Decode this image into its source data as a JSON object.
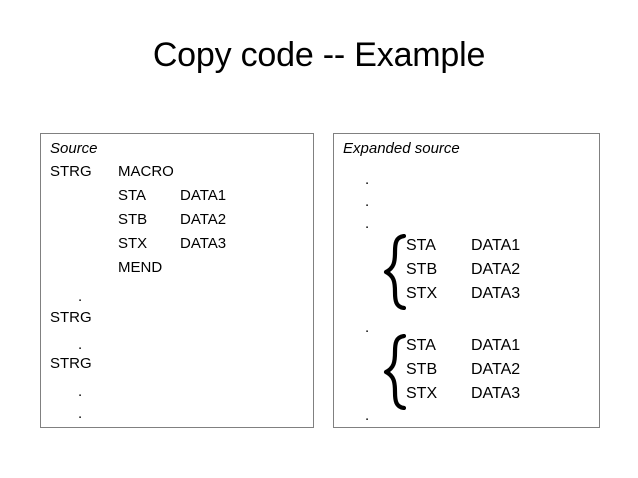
{
  "slide": {
    "title": "Copy code -- Example"
  },
  "source_panel": {
    "heading": "Source",
    "rows": [
      {
        "label": "STRG",
        "op": "MACRO",
        "operand": ""
      },
      {
        "label": "",
        "op": "STA",
        "operand": "DATA1"
      },
      {
        "label": "",
        "op": "STB",
        "operand": "DATA2"
      },
      {
        "label": "",
        "op": "STX",
        "operand": "DATA3"
      },
      {
        "label": "",
        "op": "MEND",
        "operand": ""
      },
      {
        "label": "STRG",
        "op": "",
        "operand": ""
      },
      {
        "label": "STRG",
        "op": "",
        "operand": ""
      }
    ],
    "dot": "."
  },
  "expanded_panel": {
    "heading": "Expanded source",
    "dot": ".",
    "block_one": [
      {
        "op": "STA",
        "operand": "DATA1"
      },
      {
        "op": "STB",
        "operand": "DATA2"
      },
      {
        "op": "STX",
        "operand": "DATA3"
      }
    ],
    "block_two": [
      {
        "op": "STA",
        "operand": "DATA1"
      },
      {
        "op": "STB",
        "operand": "DATA2"
      },
      {
        "op": "STX",
        "operand": "DATA3"
      }
    ]
  },
  "colors": {
    "text": "#000000",
    "panel_border": "#808080",
    "background": "#ffffff"
  }
}
